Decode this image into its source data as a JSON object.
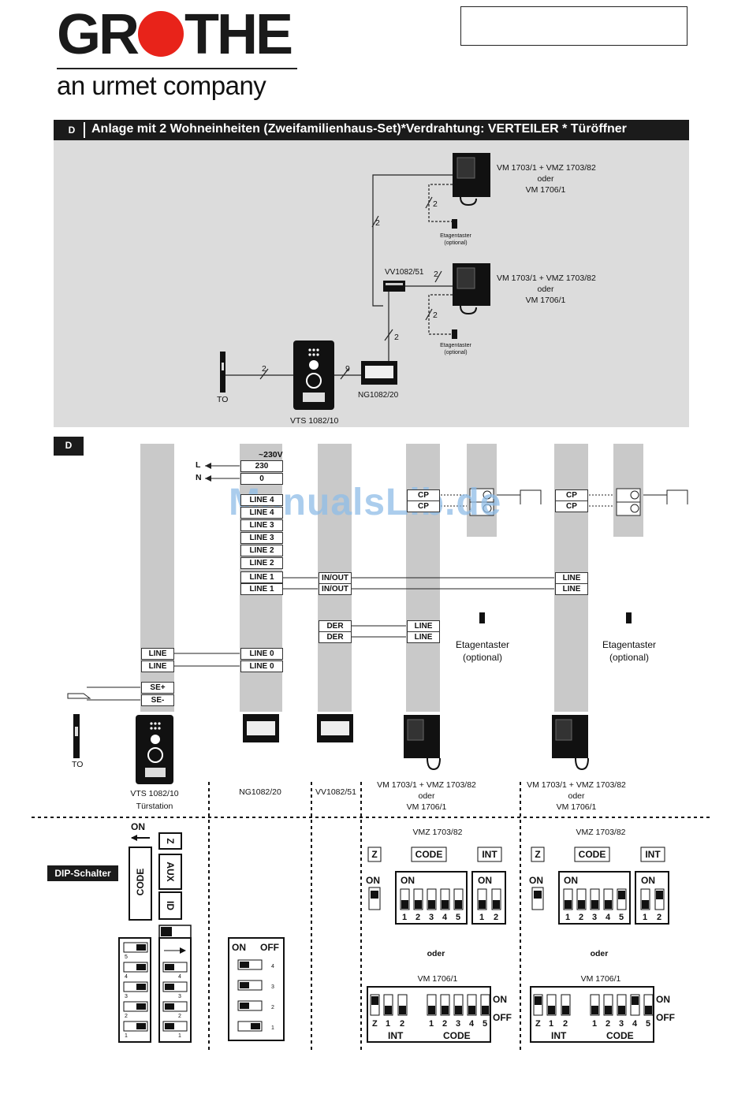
{
  "logo": {
    "brand": "GROTHE",
    "tagline": "an urmet company"
  },
  "banner": {
    "tag": "D",
    "title": "Anlage mit 2  Wohneinheiten (Zweifamilienhaus-Set)*Verdrahtung: VERTEILER * Türöffner"
  },
  "overview": {
    "monitor_label_1": "VM 1703/1 +  VMZ 1703/82",
    "monitor_label_2": "oder",
    "monitor_label_3": "VM 1706/1",
    "floor_button": "Etagentaster",
    "optional": "(optional)",
    "distributor": "VV1082/51",
    "power_supply": "NG1082/20",
    "door_station": "VTS 1082/10",
    "door_opener": "TO",
    "wire_count_2": "2",
    "wire_count_9": "9"
  },
  "wiring": {
    "tag": "D",
    "watermark": "ManualsLib.de",
    "mains": "~230V",
    "L": "L",
    "N": "N",
    "terminals": {
      "t230": "230",
      "t0": "0",
      "line4": "LINE 4",
      "line3": "LINE 3",
      "line2": "LINE 2",
      "line1": "LINE 1",
      "line0": "LINE 0",
      "inout": "IN/OUT",
      "der": "DER",
      "line": "LINE",
      "cp": "CP",
      "se_plus": "SE+",
      "se_minus": "SE-"
    },
    "floor_button": "Etagentaster",
    "optional": "(optional)",
    "door_opener": "TO",
    "captions": {
      "vts": "VTS 1082/10",
      "vts_sub": "Türstation",
      "ng": "NG1082/20",
      "vv": "VV1082/51",
      "vm1": "VM 1703/1 +  VMZ 1703/82",
      "vm2": "oder",
      "vm3": "VM 1706/1"
    }
  },
  "dip": {
    "badge": "DIP-Schalter",
    "on": "ON",
    "off": "OFF",
    "z": "Z",
    "code": "CODE",
    "aux": "AUX",
    "id": "ID",
    "int": "INT",
    "vmz": "VMZ 1703/82",
    "oder": "oder",
    "vm": "VM 1706/1"
  }
}
